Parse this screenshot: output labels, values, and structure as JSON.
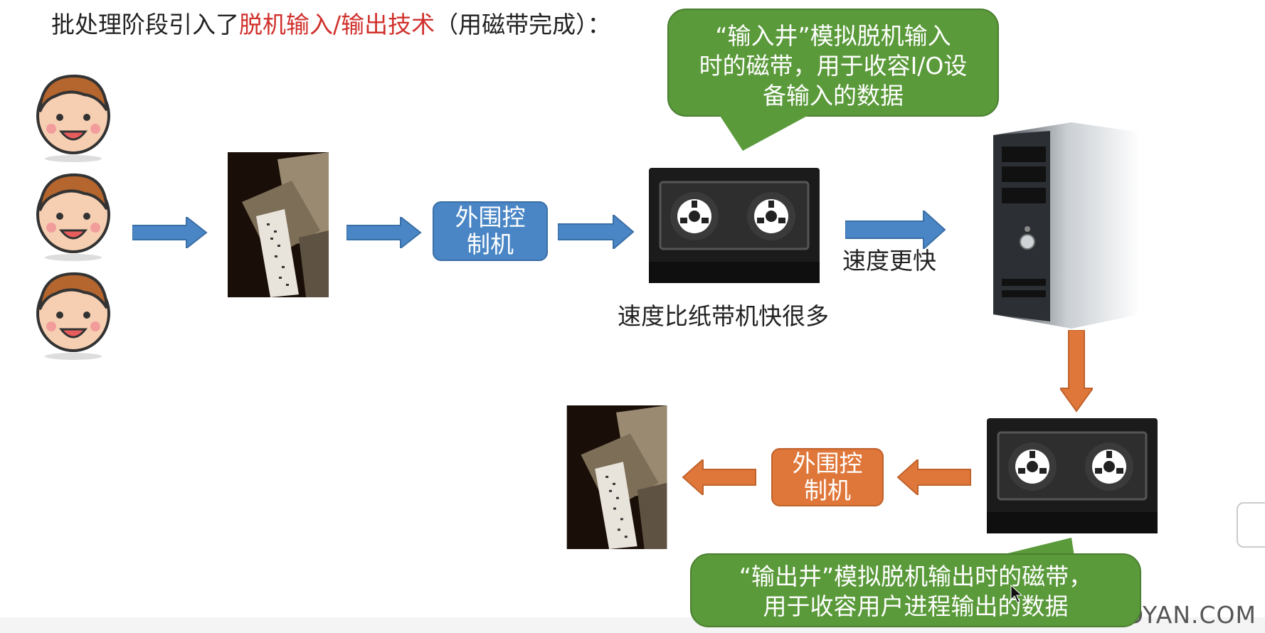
{
  "title": {
    "prefix": "批处理阶段引入了",
    "highlight": "脱机输入/输出技术",
    "suffix": "（用磁带完成）："
  },
  "bubbles": {
    "input_well": "“输入井”模拟脱机输入时的磁带，用于收容I/O设备输入的数据",
    "input_well_lines": [
      "“输入井”模拟脱机输入",
      "时的磁带，用于收容I/O设",
      "备输入的数据"
    ],
    "output_well_lines": [
      "“输出井”模拟脱机输出时的磁带，",
      "用于收容用户进程输出的数据"
    ]
  },
  "controllers": {
    "top": [
      "外围控",
      "制机"
    ],
    "bottom": [
      "外围控",
      "制机"
    ]
  },
  "captions": {
    "faster": "速度更快",
    "tape_speed": "速度比纸带机快很多"
  },
  "watermark": "王道考研/CSKAOYAN.COM",
  "colors": {
    "blue_arrow": "#4a86c5",
    "orange_arrow": "#e0773a",
    "bubble_green": "#5a9a3a",
    "highlight_red": "#d0312d"
  },
  "icons": [
    "user-face-icon",
    "paper-tape-machine-photo",
    "magnetic-tape-icon",
    "computer-tower-icon",
    "mouse-cursor-icon"
  ]
}
